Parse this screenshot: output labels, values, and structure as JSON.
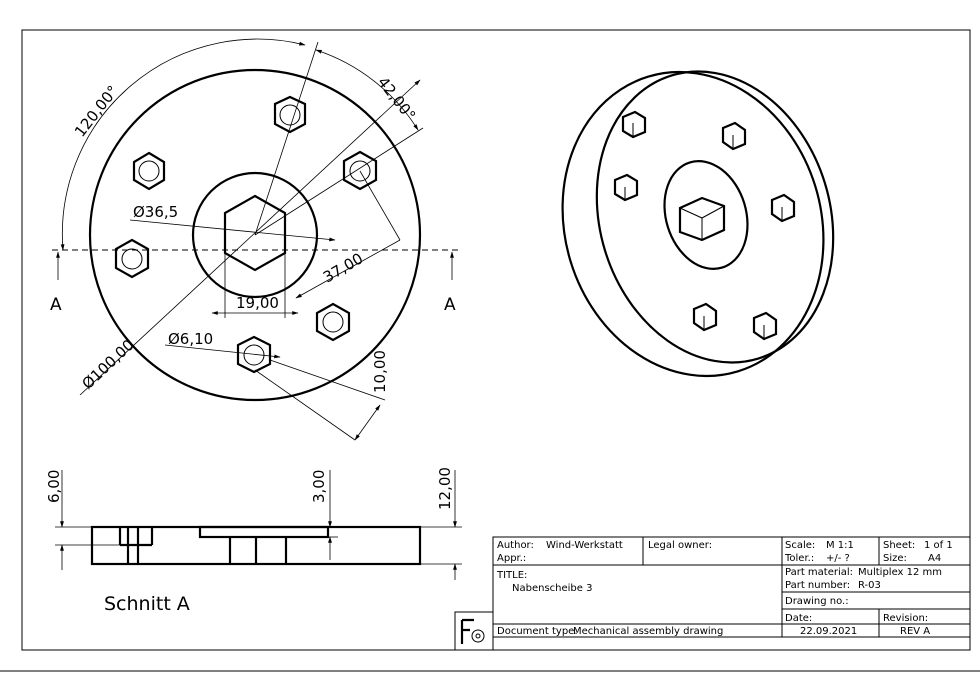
{
  "drawing": {
    "dimensions": {
      "angle_120": "120,00°",
      "angle_42": "42,00°",
      "dia_36_5": "Ø36,5",
      "dist_37": "37,00",
      "width_19": "19,00",
      "dia_6_10": "Ø6,10",
      "dia_100": "Ø100,00",
      "dist_10": "10,00",
      "height_6": "6,00",
      "height_3": "3,00",
      "height_12": "12,00"
    },
    "section_markers": {
      "left": "A",
      "right": "A"
    },
    "section_label": "Schnitt A"
  },
  "title_block": {
    "author_label": "Author:",
    "author": "Wind-Werkstatt",
    "appr_label": "Appr.:",
    "legal_owner_label": "Legal owner:",
    "scale_label": "Scale:",
    "scale": "M 1:1",
    "toler_label": "Toler.:",
    "toler": "+/- ?",
    "sheet_label": "Sheet:",
    "sheet": "1 of 1",
    "size_label": "Size:",
    "size": "A4",
    "title_label": "TITLE:",
    "title": "Nabenscheibe 3",
    "material_label": "Part material:",
    "material": "Multiplex 12 mm",
    "part_number_label": "Part number:",
    "part_number": "R-03",
    "drawing_no_label": "Drawing no.:",
    "date_label": "Date:",
    "date": "22.09.2021",
    "revision_label": "Revision:",
    "revision": "REV A",
    "doc_type_label": "Document type:",
    "doc_type": "Mechanical assembly drawing"
  }
}
